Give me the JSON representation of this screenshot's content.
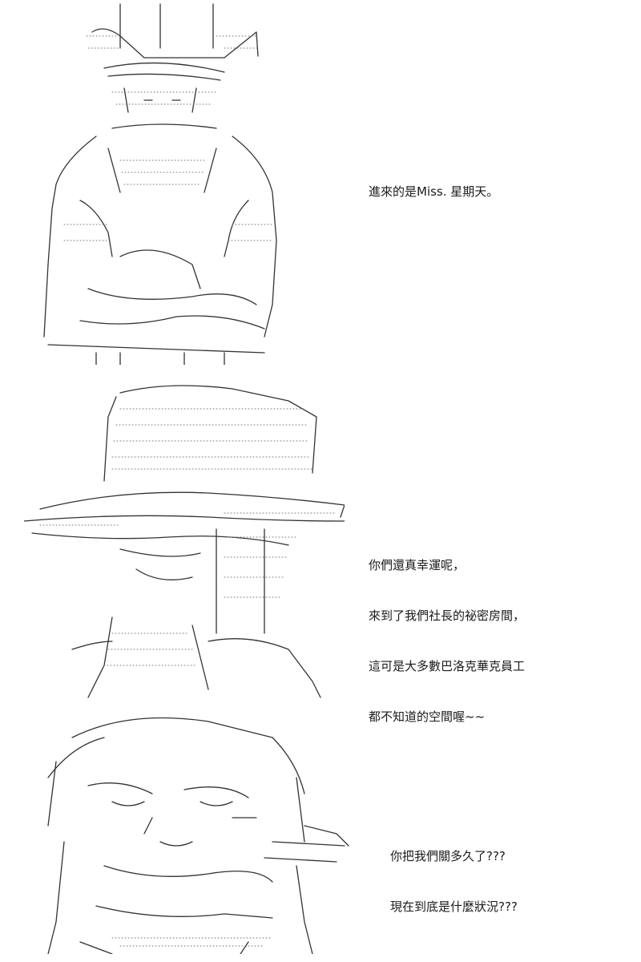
{
  "panels": [
    {
      "lines": [
        "進來的是Miss. 星期天。"
      ]
    },
    {
      "lines": [
        "你們還真幸運呢，",
        "來到了我們社長的祕密房間，",
        "這可是大多數巴洛克華克員工",
        "都不知道的空間喔~~"
      ]
    },
    {
      "lines": [
        "你把我們關多久了???",
        "現在到底是什麼狀況???"
      ]
    }
  ]
}
